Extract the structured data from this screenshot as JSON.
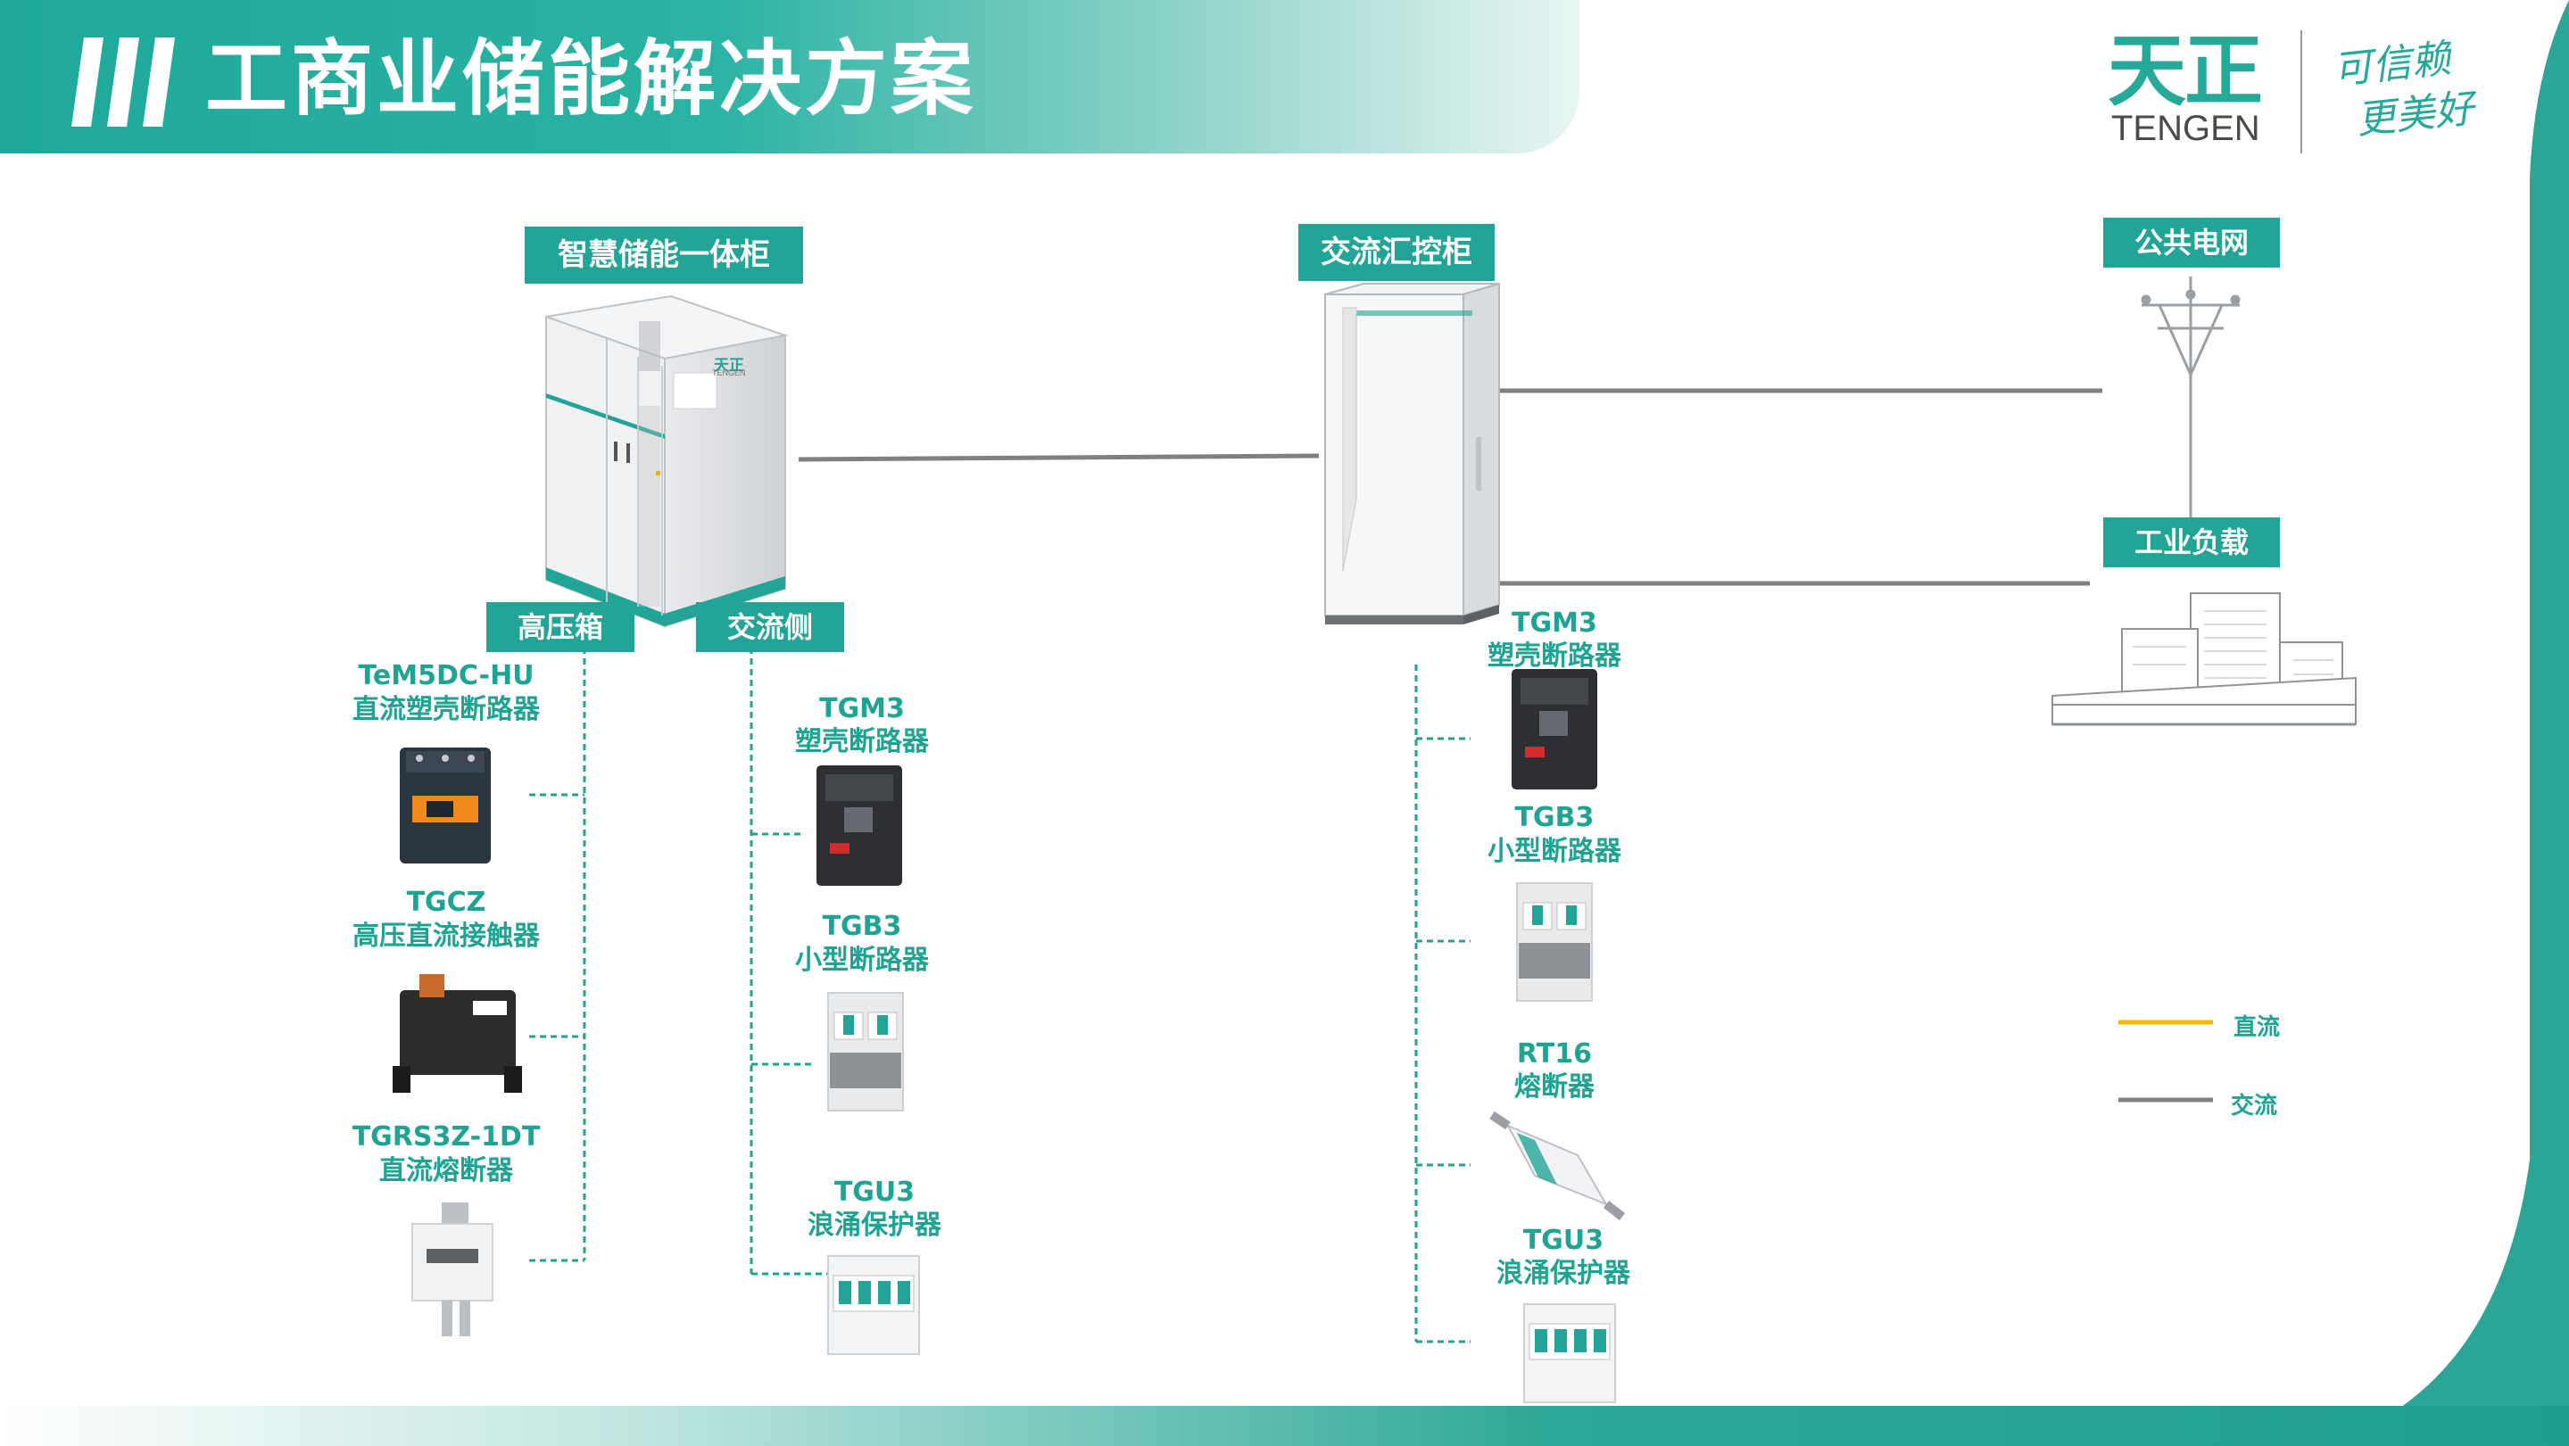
{
  "header": {
    "title": "工商业储能解决方案"
  },
  "logo": {
    "cn": "天正",
    "en": "TENGEN",
    "slogan_line1": "可信赖",
    "slogan_line2": "更美好"
  },
  "nodes": {
    "storage_cabinet": "智慧储能一体柜",
    "ac_cabinet": "交流汇控柜",
    "grid": "公共电网",
    "load": "工业负载",
    "hv_box": "高压箱",
    "ac_side": "交流侧"
  },
  "cabinet_badge": {
    "cn": "天正",
    "en": "TENGEN"
  },
  "hv_products": [
    {
      "model": "TeM5DC-HU",
      "name": "直流塑壳断路器"
    },
    {
      "model": "TGCZ",
      "name": "高压直流接触器"
    },
    {
      "model": "TGRS3Z-1DT",
      "name": "直流熔断器"
    }
  ],
  "ac_products": [
    {
      "model": "TGM3",
      "name": "塑壳断路器"
    },
    {
      "model": "TGB3",
      "name": "小型断路器"
    },
    {
      "model": "TGU3",
      "name": "浪涌保护器"
    }
  ],
  "cabinet_products": [
    {
      "model": "TGM3",
      "name": "塑壳断路器"
    },
    {
      "model": "TGB3",
      "name": "小型断路器"
    },
    {
      "model": "RT16",
      "name": "熔断器"
    },
    {
      "model": "TGU3",
      "name": "浪涌保护器"
    }
  ],
  "legend": [
    {
      "label": "直流",
      "color": "#f5b800"
    },
    {
      "label": "交流",
      "color": "#808080"
    }
  ],
  "colors": {
    "accent": "#22a596",
    "line": "#808080"
  }
}
